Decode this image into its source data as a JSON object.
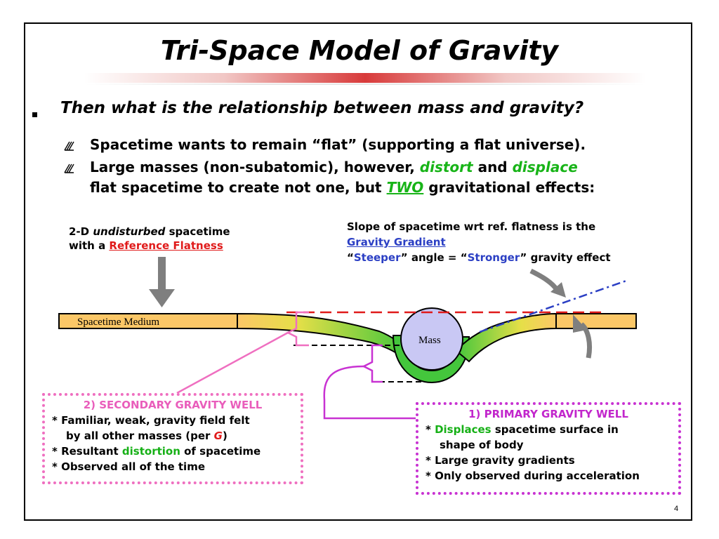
{
  "title": "Tri-Space Model of Gravity",
  "question": "Then what is the relationship between mass and gravity?",
  "sub_bullets": {
    "one": "Spacetime wants to remain “flat” (supporting a flat universe).",
    "two_a": "Large masses (non-subatomic), however, ",
    "two_distort": "distort",
    "two_and": " and ",
    "two_displace": "displace",
    "two_b": "flat spacetime to create not one, but ",
    "two_two": "TWO",
    "two_c": " gravitational effects:"
  },
  "left_label": {
    "line1_a": "2-D ",
    "line1_italic": "undisturbed",
    "line1_b": " spacetime",
    "line2_a": "with a ",
    "line2_link": "Reference Flatness"
  },
  "right_label": {
    "line1": "Slope of spacetime wrt ref. flatness is the",
    "line2_link": "Gravity Gradient",
    "line3_q1": "“",
    "line3_steeper": "Steeper",
    "line3_mid": "” angle = “",
    "line3_stronger": "Stronger",
    "line3_end": "” gravity effect"
  },
  "diagram": {
    "medium_label": "Spacetime Medium",
    "mass_label": "Mass"
  },
  "secondary": {
    "title": "2) SECONDARY GRAVITY WELL",
    "item1_a": "* Familiar, weak, gravity field felt",
    "item1_b": "by all other masses (per ",
    "item1_g": "G",
    "item1_c": ")",
    "item2_a": "* Resultant ",
    "item2_g": "distortion",
    "item2_b": " of spacetime",
    "item3": "* Observed all of the time"
  },
  "primary": {
    "title": "1) PRIMARY GRAVITY WELL",
    "item1_a": "* ",
    "item1_g": "Displaces",
    "item1_b": " spacetime surface in",
    "item1_c": "shape of body",
    "item2": "* Large gravity gradients",
    "item3": "* Only observed during acceleration"
  },
  "page_number": "4",
  "colors": {
    "medium": "#fbc767",
    "well_green": "#44c63c",
    "well_yellow": "#e6df48",
    "mass_fill": "#c9c8f4",
    "reference_line": "#e01a1a",
    "gradient_line": "#2b3fc4",
    "secondary_bracket": "#ef6fc0",
    "primary_bracket": "#c832d2",
    "arrow_gray": "#7f7f7f"
  },
  "icons": {
    "bullet": "square-bullet-icon",
    "sub_bullet": "hatched-arrow-icon"
  }
}
